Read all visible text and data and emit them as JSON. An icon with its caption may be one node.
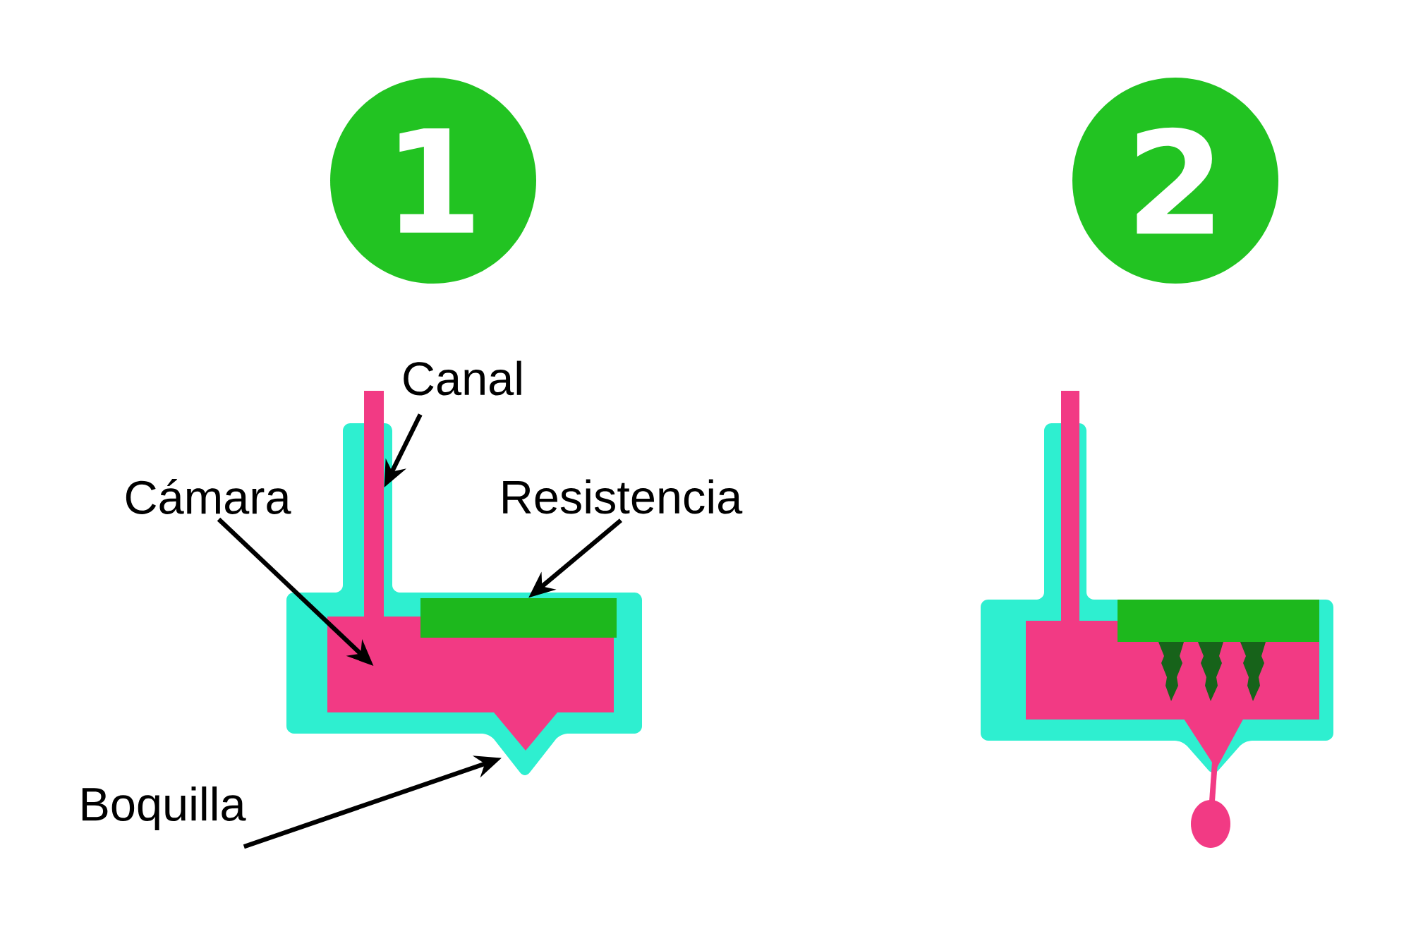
{
  "diagram": {
    "nodes": [
      {
        "text": [
          "1"
        ]
      },
      {
        "text": [
          "2"
        ]
      },
      {
        "text": [
          "Canal"
        ]
      },
      {
        "text": [
          "Cámara"
        ]
      },
      {
        "text": [
          "Resistencia"
        ]
      },
      {
        "text": [
          "Boquilla"
        ]
      },
      {
        "text": [],
        "shape": "bar"
      },
      {
        "text": [],
        "shape": "box"
      },
      {
        "text": [],
        "shape": "bar"
      },
      {
        "text": [],
        "shape": "triangle"
      }
    ],
    "edges": [
      {
        "from": 2,
        "to": 6,
        "arrow": "to"
      },
      {
        "from": 3,
        "to": 7,
        "arrow": "to"
      },
      {
        "from": 4,
        "to": 8,
        "arrow": "to"
      },
      {
        "from": 5,
        "to": 9,
        "arrow": "to"
      }
    ]
  }
}
